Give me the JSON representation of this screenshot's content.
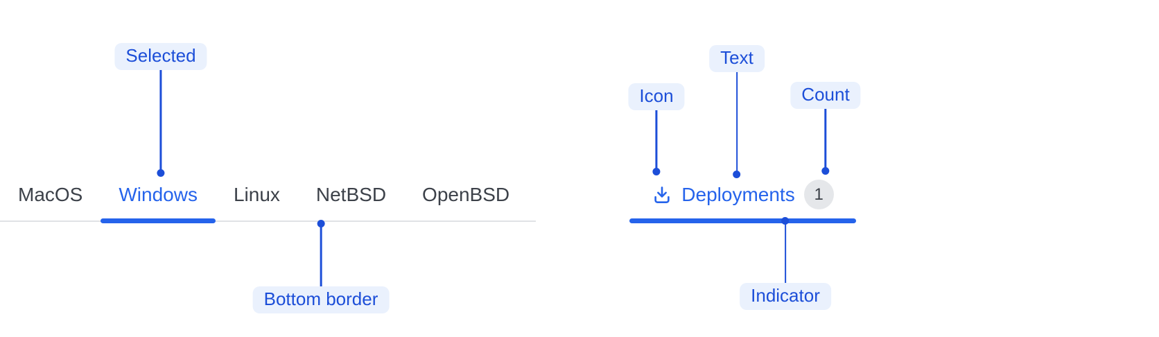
{
  "tabs": {
    "items": [
      {
        "label": "MacOS",
        "selected": false
      },
      {
        "label": "Windows",
        "selected": true
      },
      {
        "label": "Linux",
        "selected": false
      },
      {
        "label": "NetBSD",
        "selected": false
      },
      {
        "label": "OpenBSD",
        "selected": false
      }
    ]
  },
  "deployments_tab": {
    "icon": "download-icon",
    "label": "Deployments",
    "count": "1",
    "selected": true
  },
  "annotations": {
    "selected_label": "Selected",
    "bottom_border_label": "Bottom border",
    "icon_label": "Icon",
    "text_label": "Text",
    "count_label": "Count",
    "indicator_label": "Indicator"
  },
  "colors": {
    "accent_blue": "#2563EB",
    "annotation_blue": "#1C4ED8",
    "annotation_pill_bg": "#EAF1FD",
    "tab_text": "#3C4149",
    "border_gray": "#E0E2E5",
    "badge_bg": "#E5E7EA",
    "badge_text": "#3A3F46"
  }
}
